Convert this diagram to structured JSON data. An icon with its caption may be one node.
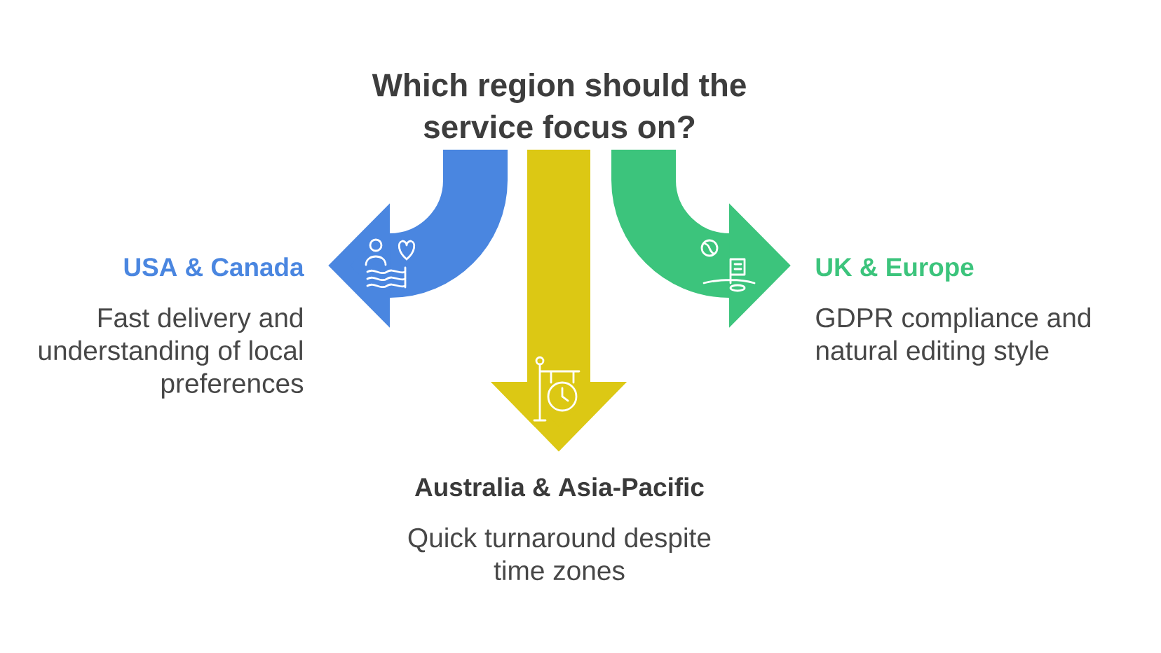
{
  "diagram": {
    "nodes": [
      {
        "text": [
          "Which region should the service focus on?"
        ]
      },
      {
        "text": [
          "USA & Canada",
          "Fast delivery and understanding of local preferences"
        ]
      },
      {
        "text": [
          "UK & Europe",
          "GDPR compliance and natural editing style"
        ]
      },
      {
        "text": [
          "Australia & Asia-Pacific",
          "Quick turnaround despite time zones"
        ]
      }
    ],
    "edges": [
      {
        "from": 0,
        "to": 1,
        "arrow": "to",
        "color": "#4a86e0"
      },
      {
        "from": 0,
        "to": 2,
        "arrow": "to",
        "color": "#3cc47c"
      },
      {
        "from": 0,
        "to": 3,
        "arrow": "to",
        "color": "#dcc814"
      }
    ]
  }
}
